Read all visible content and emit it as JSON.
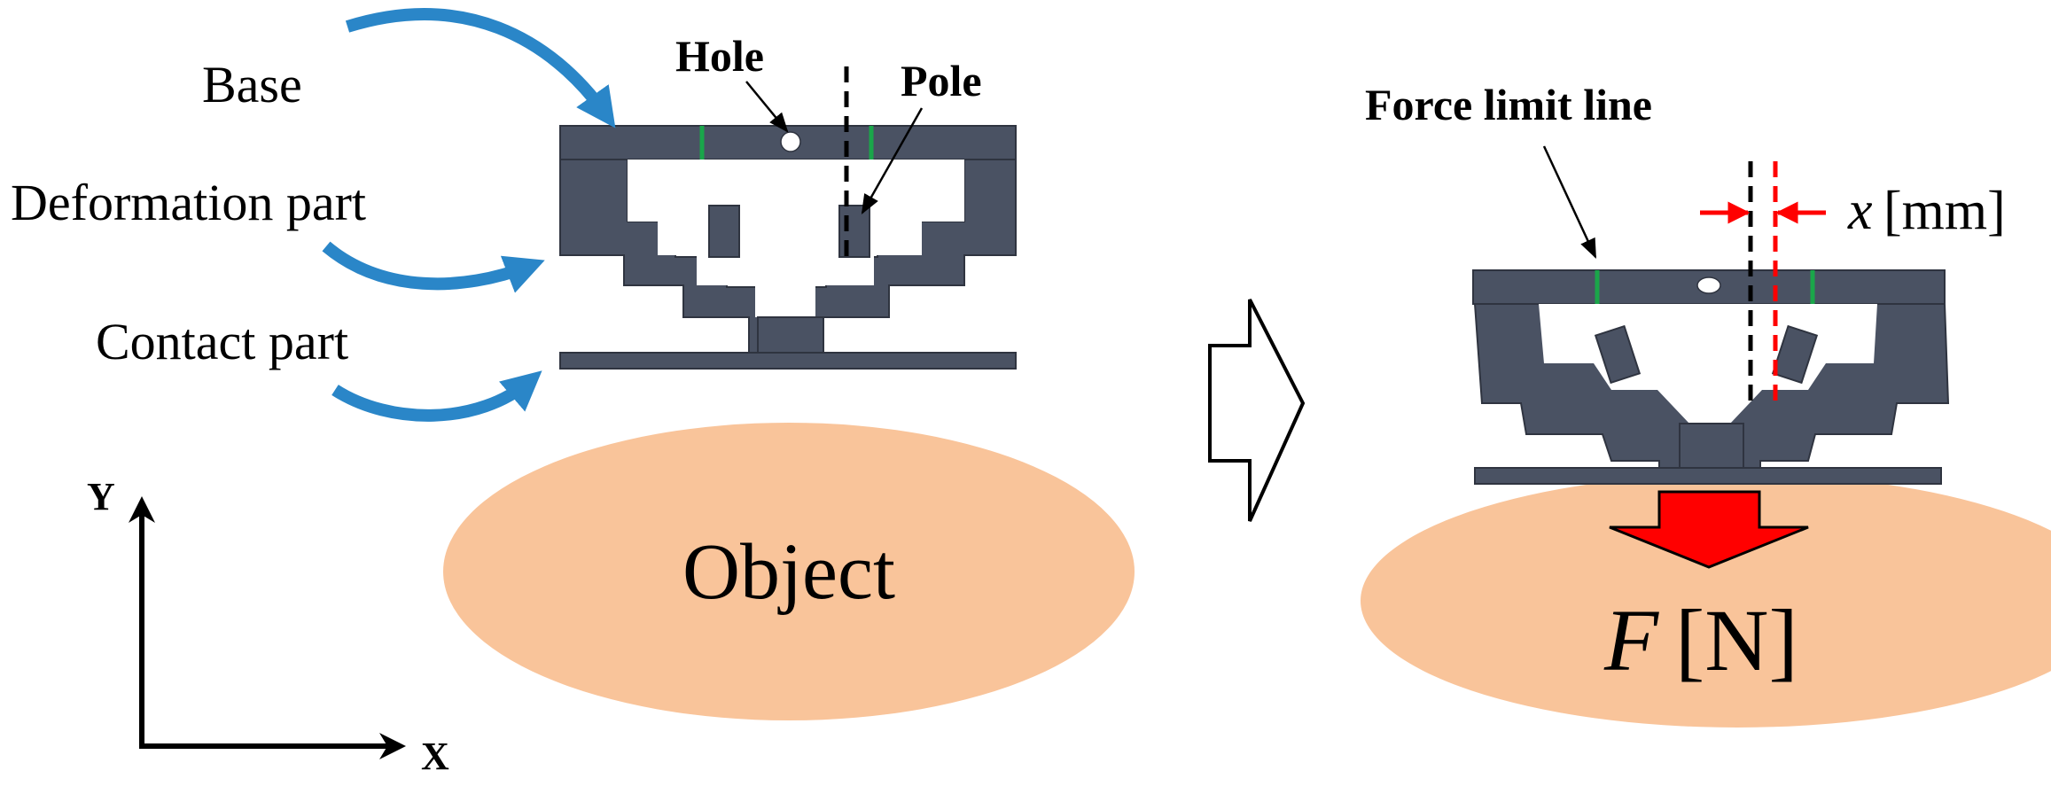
{
  "labels": {
    "base": "Base",
    "deformation_part": "Deformation part",
    "contact_part": "Contact part",
    "hole": "Hole",
    "pole": "Pole",
    "object": "Object",
    "force_limit_line": "Force limit line",
    "x_var": "x",
    "x_unit": "[mm]",
    "f_var": "F",
    "f_unit": "[N]",
    "axis_x": "X",
    "axis_y": "Y"
  },
  "colors": {
    "gripper": "#4a5263",
    "gripper_edge": "#2f3440",
    "object": "#f9c49a",
    "arrow_blue": "#2a86c8",
    "force_arrow": "#ff0000",
    "limit_line": "#1aa64a",
    "displacement": "#ff0000",
    "centerline": "#000000"
  }
}
